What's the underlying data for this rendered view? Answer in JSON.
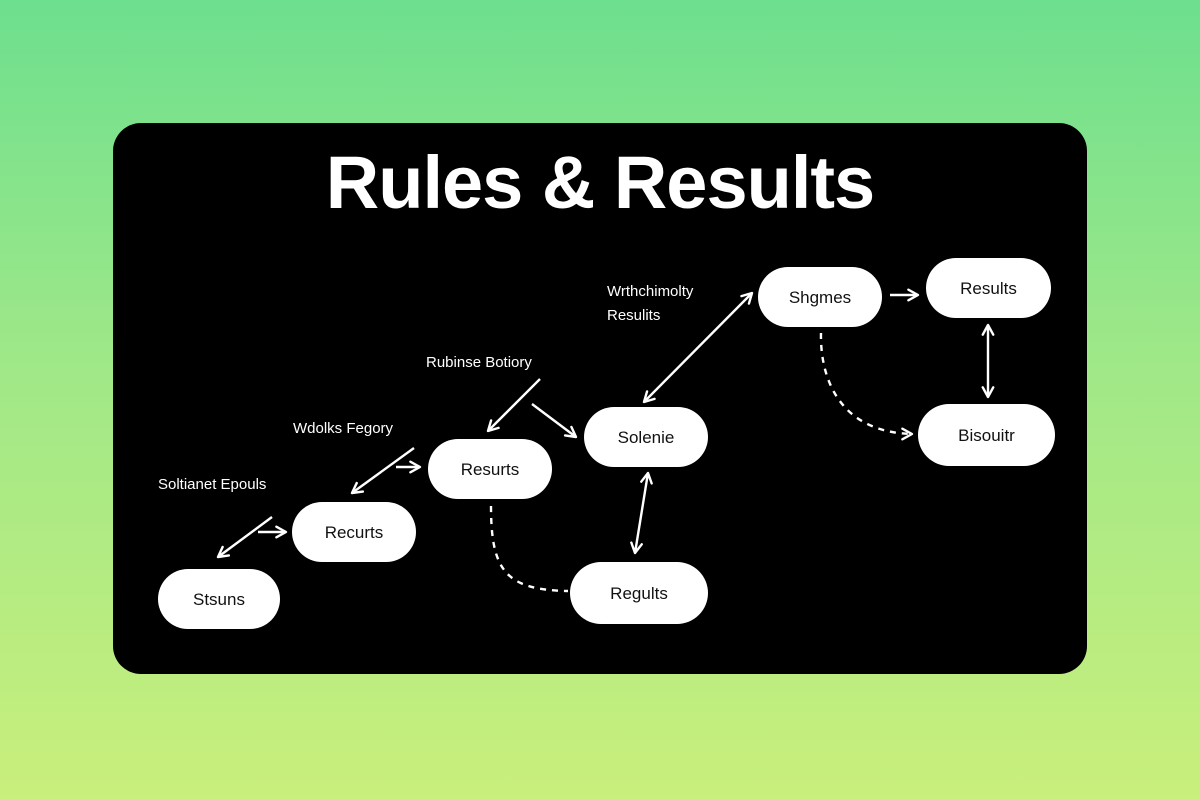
{
  "title": "Rules & Results",
  "colors": {
    "background_top": "#6ddf8e",
    "background_bottom": "#c9ef7c",
    "card": "#000000",
    "node": "#ffffff",
    "edge": "#ffffff"
  },
  "nodes": [
    {
      "id": "stsuns",
      "label": "Stsuns"
    },
    {
      "id": "recurts",
      "label": "Recurts"
    },
    {
      "id": "resurts",
      "label": "Resurts"
    },
    {
      "id": "solenie",
      "label": "Solenie"
    },
    {
      "id": "regults",
      "label": "Regults"
    },
    {
      "id": "shgmes",
      "label": "Shgmes"
    },
    {
      "id": "results",
      "label": "Results"
    },
    {
      "id": "bisouitr",
      "label": "Bisouitr"
    }
  ],
  "labels": [
    {
      "id": "soltianet",
      "text": "Soltianet Epouls"
    },
    {
      "id": "wdolks",
      "text": "Wdolks Fegory"
    },
    {
      "id": "rubinse",
      "text": "Rubinse Botiory"
    },
    {
      "id": "wrthchimolty",
      "lines": [
        "Wrthchimolty",
        "Resulits"
      ]
    }
  ],
  "edges": [
    {
      "from": "recurts",
      "to": "stsuns",
      "style": "solid",
      "direction": "forward"
    },
    {
      "from": "label:soltianet",
      "to": "recurts",
      "style": "solid",
      "direction": "forward"
    },
    {
      "from": "resurts",
      "to": "recurts",
      "style": "solid",
      "direction": "forward"
    },
    {
      "from": "label:wdolks",
      "to": "resurts",
      "style": "solid",
      "direction": "forward"
    },
    {
      "from": "label:rubinse",
      "to": "resurts",
      "style": "solid",
      "direction": "forward"
    },
    {
      "from": "label:rubinse",
      "to": "solenie",
      "style": "solid",
      "direction": "forward"
    },
    {
      "from": "resurts",
      "to": "regults",
      "style": "dashed",
      "direction": "none"
    },
    {
      "from": "solenie",
      "to": "regults",
      "style": "solid",
      "direction": "both"
    },
    {
      "from": "solenie",
      "to": "shgmes",
      "style": "solid",
      "direction": "both"
    },
    {
      "from": "shgmes",
      "to": "results",
      "style": "solid",
      "direction": "forward"
    },
    {
      "from": "results",
      "to": "bisouitr",
      "style": "solid",
      "direction": "both"
    },
    {
      "from": "shgmes",
      "to": "bisouitr",
      "style": "dashed",
      "direction": "forward"
    }
  ]
}
